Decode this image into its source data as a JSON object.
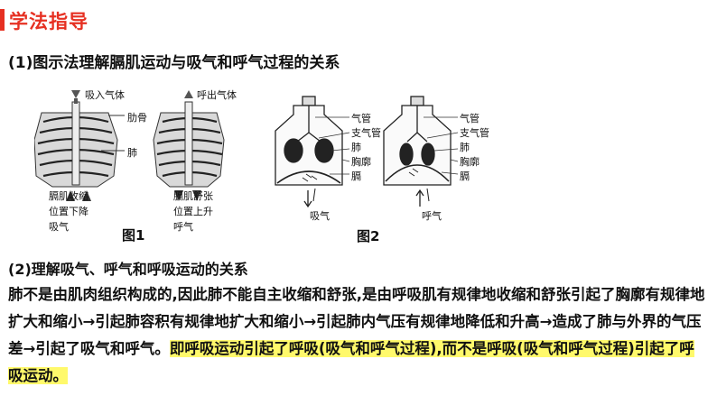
{
  "header": {
    "title": "学法指导"
  },
  "section1": {
    "heading": "(1)图示法理解膈肌运动与吸气和呼气过程的关系",
    "figure1": {
      "caption": "图1",
      "inhale_label": "吸入气体",
      "exhale_label": "呼出气体",
      "rib_label": "肋骨",
      "lung_label": "肺",
      "left_notes": [
        "膈肌收缩",
        "位置下降",
        "吸气"
      ],
      "right_notes": [
        "膈肌舒张",
        "位置上升",
        "呼气"
      ]
    },
    "figure2": {
      "caption": "图2",
      "labels": [
        "气管",
        "支气管",
        "肺",
        "胸廓",
        "膈"
      ],
      "left_action": "吸气",
      "right_action": "呼气"
    }
  },
  "section2": {
    "heading": "(2)理解吸气、呼气和呼吸运动的关系",
    "text_plain": "肺不是由肌肉组织构成的,因此肺不能自主收缩和舒张,是由呼吸肌有规律地收缩和舒张引起了胸廓有规律地扩大和缩小→引起肺容积有规律地扩大和缩小→引起肺内气压有规律地降低和升高→造成了肺与外界的气压差→引起了吸气和呼气。",
    "text_highlight": "即呼吸运动引起了呼吸(吸气和呼气过程),而不是呼吸(吸气和呼气过程)引起了呼吸运动。"
  },
  "colors": {
    "title": "#e63022",
    "highlight": "#fff96b"
  }
}
